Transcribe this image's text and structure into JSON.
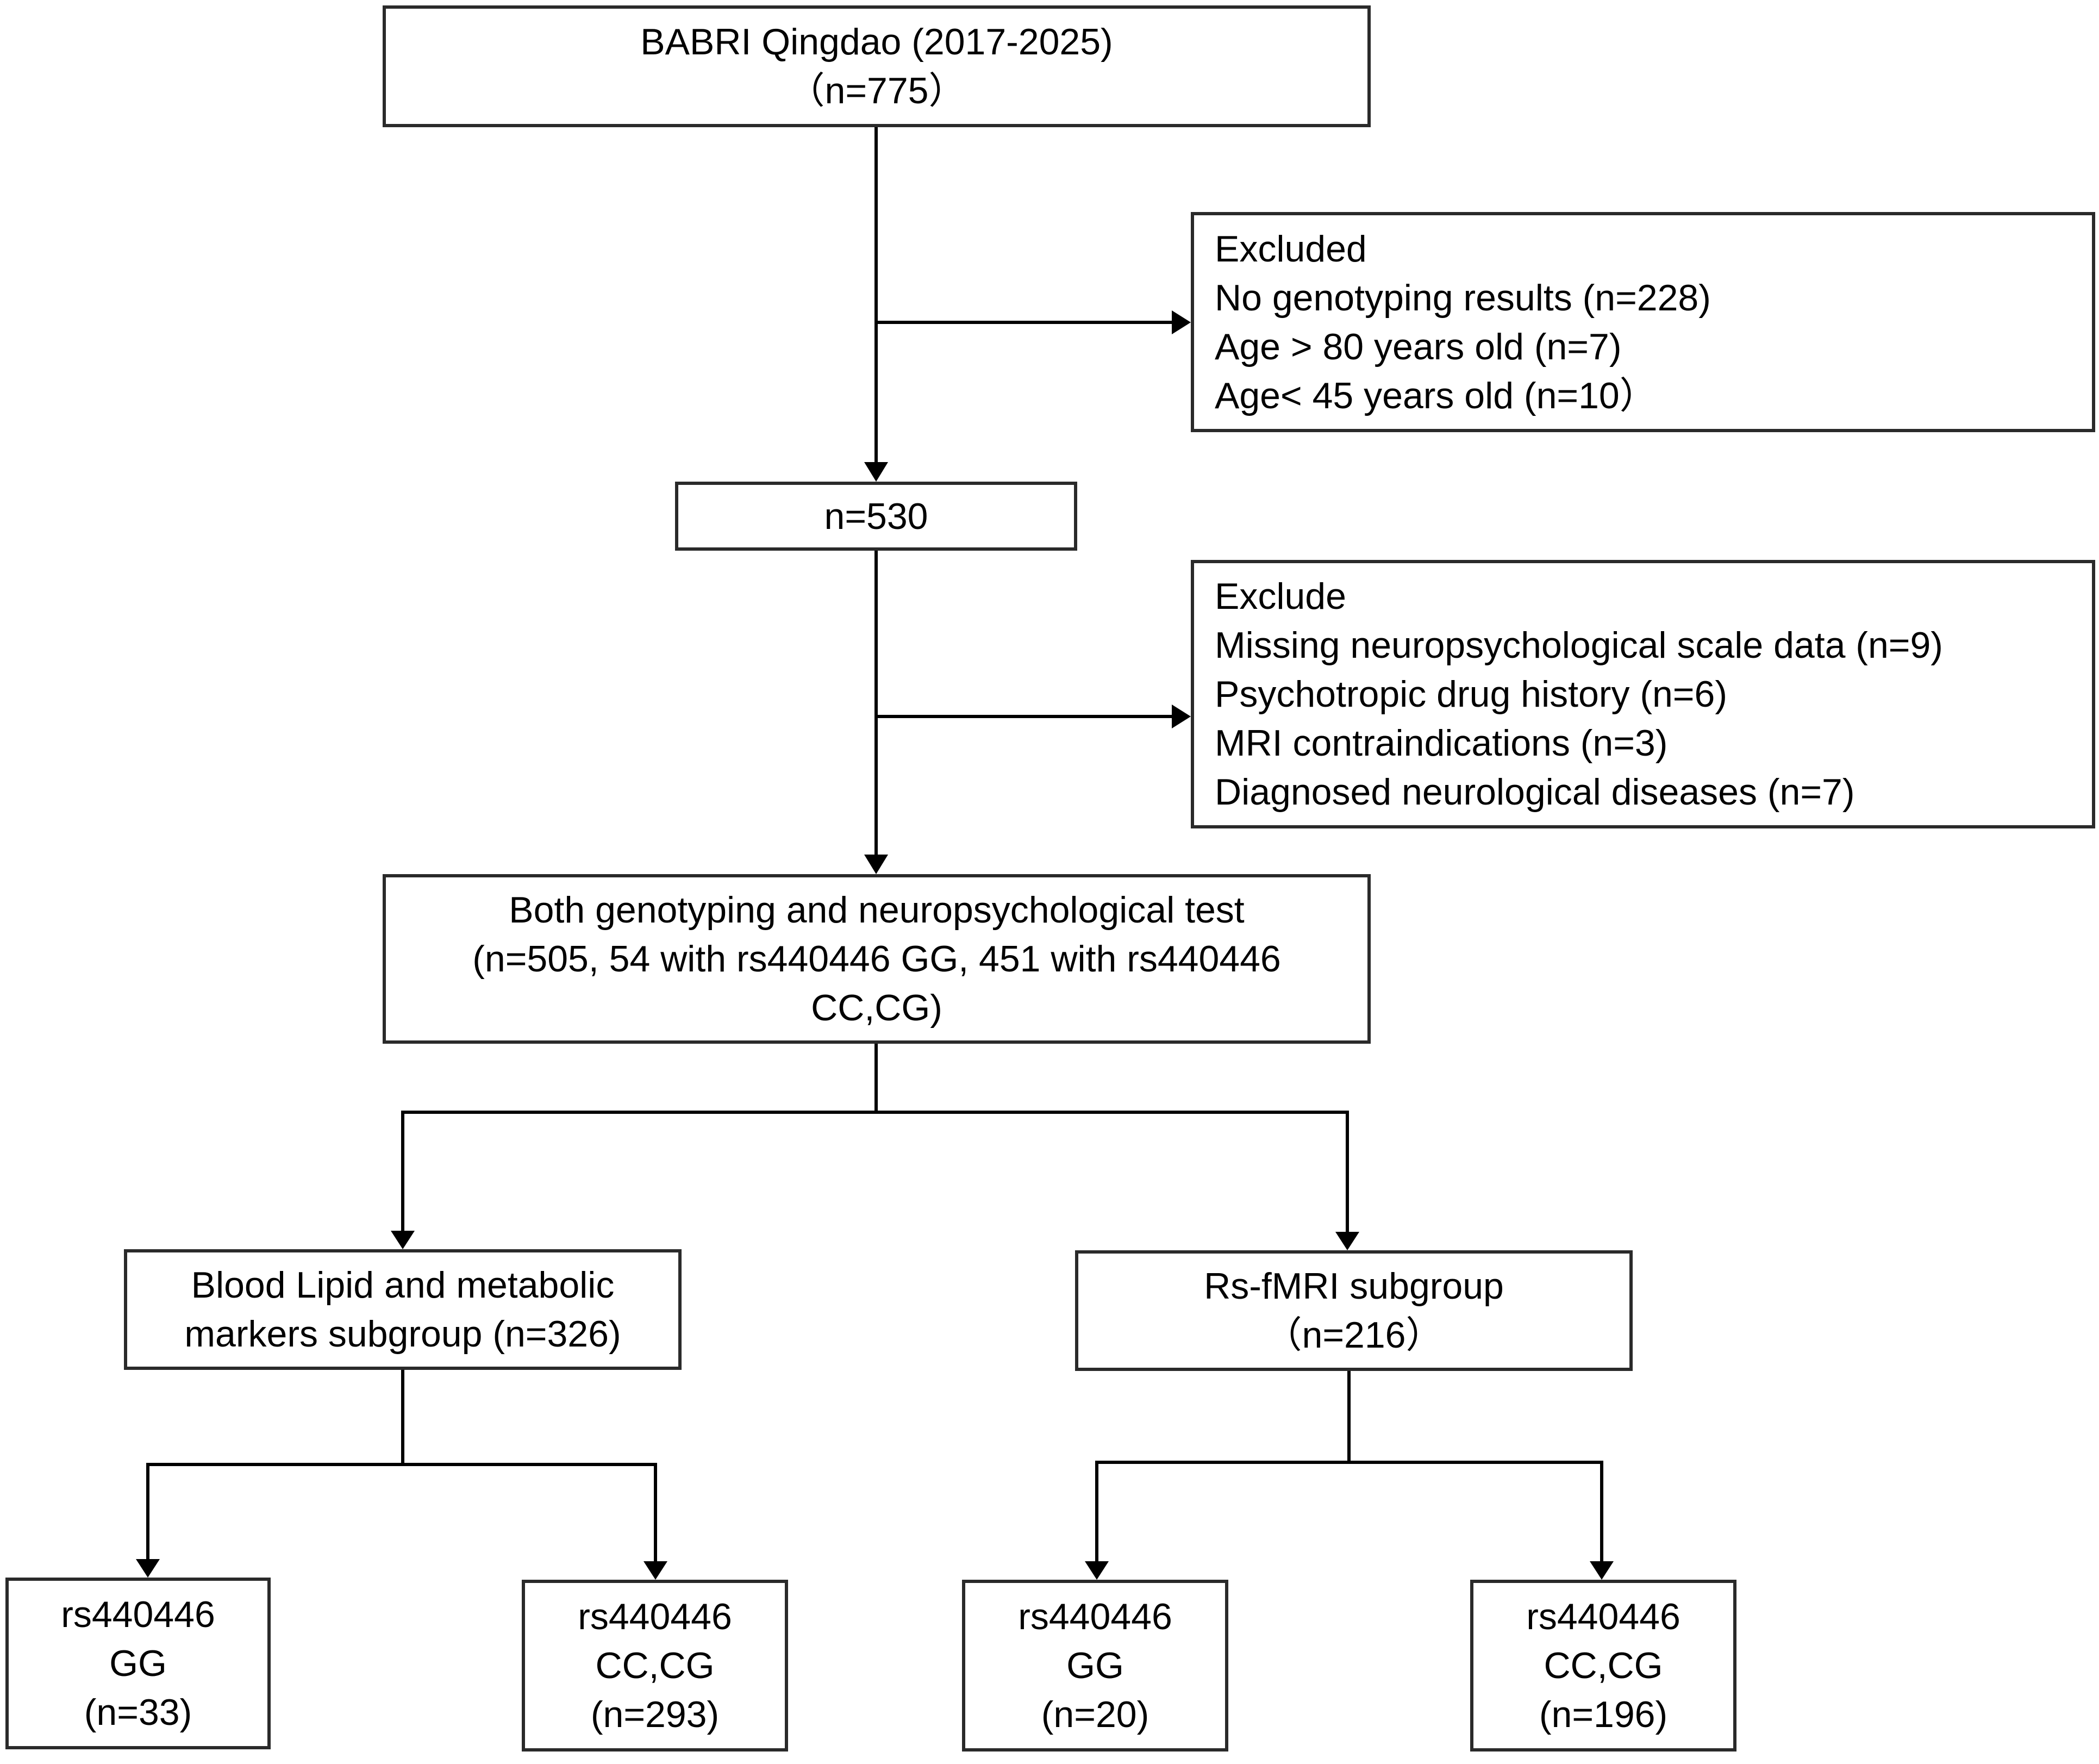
{
  "start": {
    "lines": [
      "BABRI Qingdao (2017-2025)",
      "（n=775）"
    ]
  },
  "exclusion1": {
    "heading": "Excluded",
    "items": [
      "No genotyping  results (n=228)",
      "Age > 80 years old (n=7)",
      "Age< 45 years old (n=10）"
    ]
  },
  "after_exclusion1": {
    "label": "n=530"
  },
  "exclusion2": {
    "heading": "Exclude",
    "items": [
      "Missing neuropsychological scale data (n=9)",
      "Psychotropic drug history (n=6)",
      "MRI contraindications (n=3)",
      "Diagnosed neurological diseases (n=7)"
    ]
  },
  "combined": {
    "lines": [
      "Both genotyping and neuropsychological test",
      "(n=505, 54 with rs440446 GG, 451 with rs440446",
      "CC,CG)"
    ]
  },
  "subgroups": {
    "lipid": {
      "lines": [
        "Blood Lipid and metabolic",
        "markers subgroup (n=326)"
      ],
      "genotypes": [
        {
          "lines": [
            "rs440446",
            "GG",
            "(n=33)"
          ]
        },
        {
          "lines": [
            "rs440446",
            "CC,CG",
            "(n=293)"
          ]
        }
      ]
    },
    "fmri": {
      "lines": [
        "Rs-fMRI subgroup",
        "（n=216）"
      ],
      "genotypes": [
        {
          "lines": [
            "rs440446",
            "GG",
            "(n=20)"
          ]
        },
        {
          "lines": [
            "rs440446",
            "CC,CG",
            "(n=196)"
          ]
        }
      ]
    }
  },
  "colors": {
    "line": "#000000",
    "border": "#2a2a2a",
    "background": "#ffffff"
  }
}
